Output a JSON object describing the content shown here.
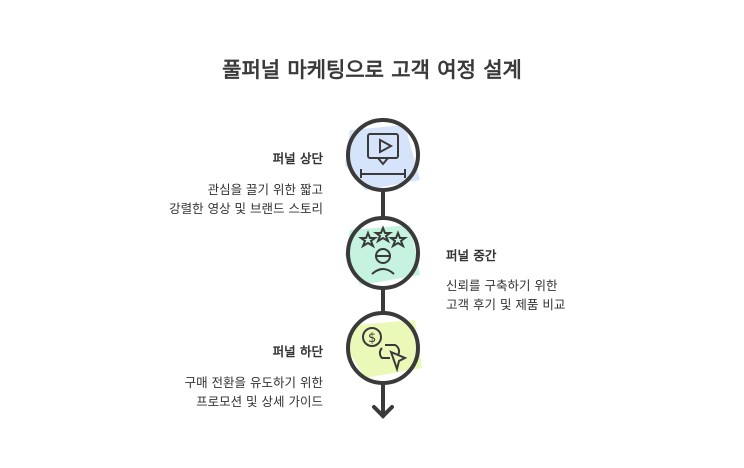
{
  "title": "풀퍼널 마케팅으로 고객 여정 설계",
  "stages": [
    {
      "label": "퍼널 상단",
      "desc_line1": "관심을 끌기 위한 짧고",
      "desc_line2": "강렬한 영상 및 브랜드 스토리",
      "icon": "video-play-icon",
      "color": "#d6e4fb"
    },
    {
      "label": "퍼널 중간",
      "desc_line1": "신뢰를 구축하기 위한",
      "desc_line2": "고객 후기 및 제품 비교",
      "icon": "star-review-icon",
      "color": "#c5f3df"
    },
    {
      "label": "퍼널 하단",
      "desc_line1": "구매 전환을 유도하기 위한",
      "desc_line2": "프로모션 및 상세 가이드",
      "icon": "dollar-cursor-icon",
      "color": "#eaf8b8"
    }
  ]
}
